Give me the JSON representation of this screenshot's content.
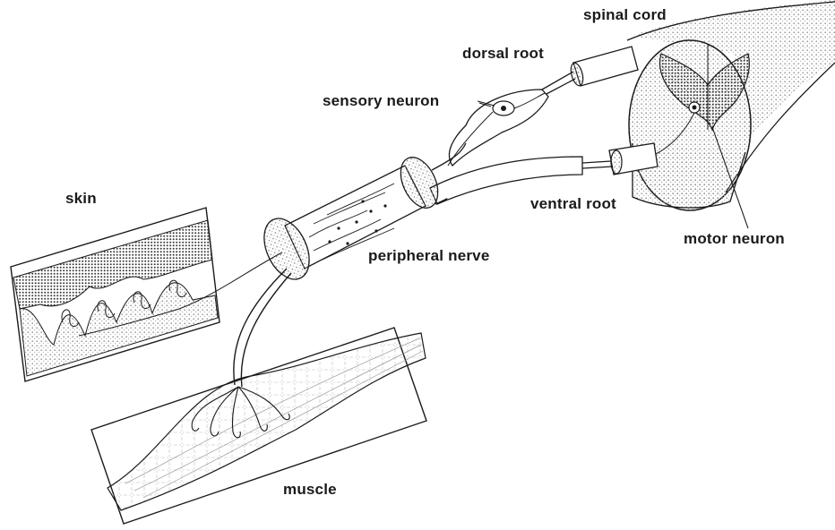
{
  "labels": {
    "spinal_cord": "spinal cord",
    "dorsal_root": "dorsal root",
    "sensory_neuron": "sensory neuron",
    "skin": "skin",
    "ventral_root": "ventral root",
    "motor_neuron": "motor neuron",
    "peripheral_nerve": "peripheral nerve",
    "muscle": "muscle"
  },
  "colors": {
    "ink": "#1a1a1a",
    "stipple": "#9a9a9a",
    "paper": "#ffffff"
  }
}
